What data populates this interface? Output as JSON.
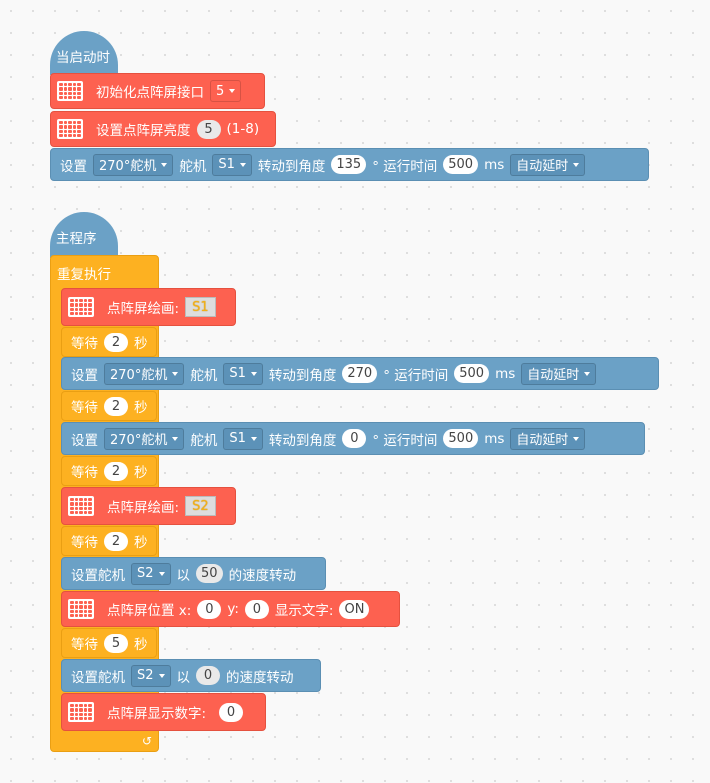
{
  "script1": {
    "hat_label": "当启动时",
    "init": {
      "label": "初始化点阵屏接口",
      "port": "5"
    },
    "brightness": {
      "label": "设置点阵屏亮度",
      "value": "5",
      "range": "(1-8)"
    },
    "servo": {
      "set": "设置",
      "type": "270°舵机",
      "servo_word": "舵机",
      "servo": "S1",
      "rotate": "转动到角度",
      "angle": "135",
      "runtime": "° 运行时间",
      "ms_value": "500",
      "ms": "ms",
      "delay": "自动延时"
    }
  },
  "script2": {
    "hat_label": "主程序",
    "loop_label": "重复执行",
    "loop_icon": "↺",
    "wait_label": "等待",
    "sec_label": "秒",
    "draw1": {
      "label": "点阵屏绘画:",
      "value": "S1"
    },
    "wait1": "2",
    "servo1": {
      "set": "设置",
      "type": "270°舵机",
      "servo_word": "舵机",
      "servo": "S1",
      "rotate": "转动到角度",
      "angle": "270",
      "runtime": "° 运行时间",
      "ms_value": "500",
      "ms": "ms",
      "delay": "自动延时"
    },
    "wait2": "2",
    "servo2": {
      "set": "设置",
      "type": "270°舵机",
      "servo_word": "舵机",
      "servo": "S1",
      "rotate": "转动到角度",
      "angle": "0",
      "runtime": "° 运行时间",
      "ms_value": "500",
      "ms": "ms",
      "delay": "自动延时"
    },
    "wait3": "2",
    "draw2": {
      "label": "点阵屏绘画:",
      "value": "S2"
    },
    "wait4": "2",
    "speed1": {
      "label": "设置舵机",
      "servo": "S2",
      "by": "以",
      "value": "50",
      "suffix": "的速度转动"
    },
    "text": {
      "label": "点阵屏位置 x:",
      "x": "0",
      "y_label": "y:",
      "y": "0",
      "show": "显示文字:",
      "text": "ON"
    },
    "wait5": "5",
    "speed2": {
      "label": "设置舵机",
      "servo": "S2",
      "by": "以",
      "value": "0",
      "suffix": "的速度转动"
    },
    "number": {
      "label": "点阵屏显示数字:",
      "value": "0"
    }
  },
  "colors": {
    "blue": "#6ba1c6",
    "red": "#fd6150",
    "yellow": "#fdb121"
  },
  "icons": {
    "matrix": "led-matrix-icon",
    "loop": "loop-arrow-icon"
  }
}
